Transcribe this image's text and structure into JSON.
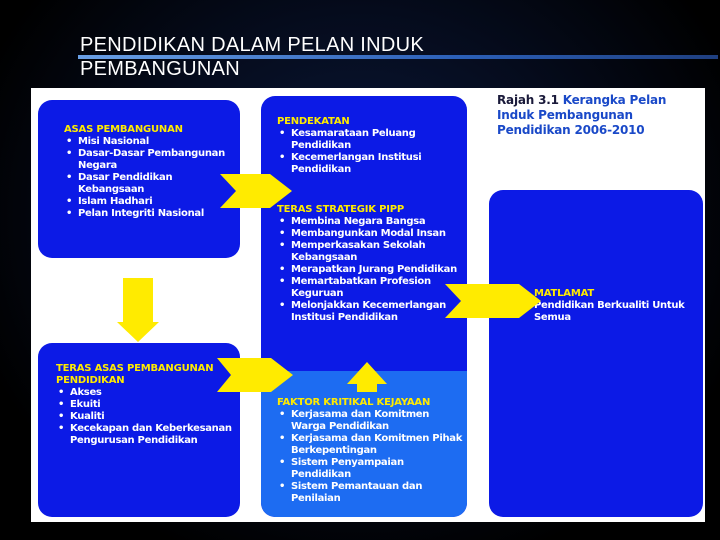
{
  "slide": {
    "title": "PENDIDIKAN DALAM PELAN INDUK PEMBANGUNAN"
  },
  "caption": {
    "label": "Rajah 3.1",
    "text": "Kerangka Pelan Induk Pembangunan Pendidikan 2006-2010"
  },
  "asas": {
    "heading": "ASAS PEMBANGUNAN",
    "items": [
      "Misi Nasional",
      "Dasar-Dasar Pembangunan Negara",
      "Dasar Pendidikan Kebangsaan",
      "Islam Hadhari",
      "Pelan Integriti Nasional"
    ]
  },
  "teras_asas": {
    "heading": "TERAS ASAS PEMBANGUNAN PENDIDIKAN",
    "items": [
      "Akses",
      "Ekuiti",
      "Kualiti",
      "Kecekapan dan Keberkesanan Pengurusan Pendidikan"
    ]
  },
  "pendekatan": {
    "heading": "PENDEKATAN",
    "items": [
      "Kesamarataan Peluang Pendidikan",
      "Kecemerlangan Institusi Pendidikan"
    ]
  },
  "teras_strategik": {
    "heading": "TERAS STRATEGIK PIPP",
    "items": [
      "Membina Negara Bangsa",
      "Membangunkan Modal Insan",
      "Memperkasakan Sekolah Kebangsaan",
      "Merapatkan Jurang Pendidikan",
      "Memartabatkan Profesion Keguruan",
      "Melonjakkan Kecemerlangan Institusi Pendidikan"
    ]
  },
  "faktor": {
    "heading": "FAKTOR KRITIKAL KEJAYAAN",
    "items": [
      "Kerjasama dan Komitmen Warga Pendidikan",
      "Kerjasama dan Komitmen Pihak Berkepentingan",
      "Sistem Penyampaian Pendidikan",
      "Sistem Pemantauan dan Penilaian"
    ]
  },
  "matlamat": {
    "heading": "MATLAMAT",
    "text": "Pendidikan Berkualiti Untuk Semua"
  },
  "colors": {
    "box_blue": "#0c1ae6",
    "light_blue": "#1d6cf2",
    "heading_yellow": "#ffeb00",
    "arrow_yellow": "#ffeb00",
    "caption_blue": "#1a49c8"
  }
}
